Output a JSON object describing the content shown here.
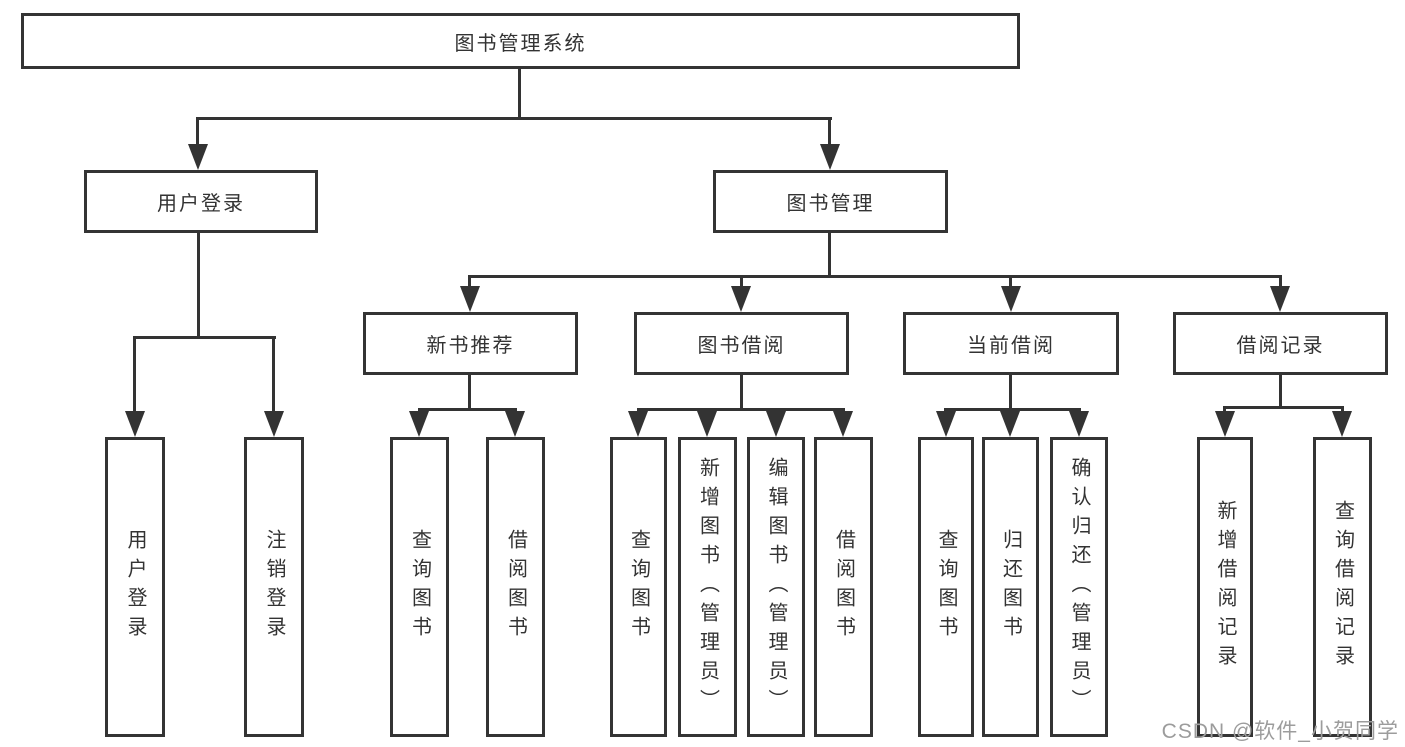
{
  "nodes": {
    "root": {
      "label": "图书管理系统"
    },
    "branches": [
      {
        "label": "用户登录"
      },
      {
        "label": "图书管理"
      }
    ],
    "modules": [
      {
        "label": "新书推荐",
        "parent": "图书管理"
      },
      {
        "label": "图书借阅",
        "parent": "图书管理"
      },
      {
        "label": "当前借阅",
        "parent": "图书管理"
      },
      {
        "label": "借阅记录",
        "parent": "图书管理"
      }
    ],
    "leaves": [
      {
        "label": "用户登录",
        "parent": "用户登录"
      },
      {
        "label": "注销登录",
        "parent": "用户登录"
      },
      {
        "label": "查询图书",
        "parent": "新书推荐"
      },
      {
        "label": "借阅图书",
        "parent": "新书推荐"
      },
      {
        "label": "查询图书",
        "parent": "图书借阅"
      },
      {
        "label": "新增图书（管理员）",
        "parent": "图书借阅"
      },
      {
        "label": "编辑图书（管理员）",
        "parent": "图书借阅"
      },
      {
        "label": "借阅图书",
        "parent": "图书借阅"
      },
      {
        "label": "查询图书",
        "parent": "当前借阅"
      },
      {
        "label": "归还图书",
        "parent": "当前借阅"
      },
      {
        "label": "确认归还（管理员）",
        "parent": "当前借阅"
      },
      {
        "label": "新增借阅记录",
        "parent": "借阅记录"
      },
      {
        "label": "查询借阅记录",
        "parent": "借阅记录"
      }
    ]
  },
  "watermark": "CSDN @软件_小贺同学",
  "colors": {
    "line": "#333333",
    "text": "#333333",
    "box_background": "#ffffff",
    "watermark": "#9c9c9c"
  }
}
